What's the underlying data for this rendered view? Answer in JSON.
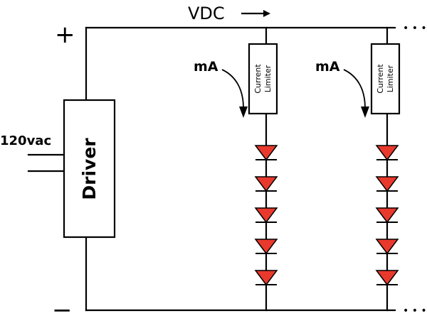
{
  "labels": {
    "vdc": "VDC",
    "plus": "+",
    "minus": "−",
    "input": "120vac",
    "driver": "Driver",
    "ellipsis": "• • •"
  },
  "branches": [
    {
      "current_label": "mA",
      "limiter_line1": "Current",
      "limiter_line2": "Limiter",
      "led_count": 5
    },
    {
      "current_label": "mA",
      "limiter_line1": "Current",
      "limiter_line2": "Limiter",
      "led_count": 5
    }
  ],
  "colors": {
    "wire": "#000000",
    "led_fill": "#e8392c",
    "background": "#ffffff"
  }
}
